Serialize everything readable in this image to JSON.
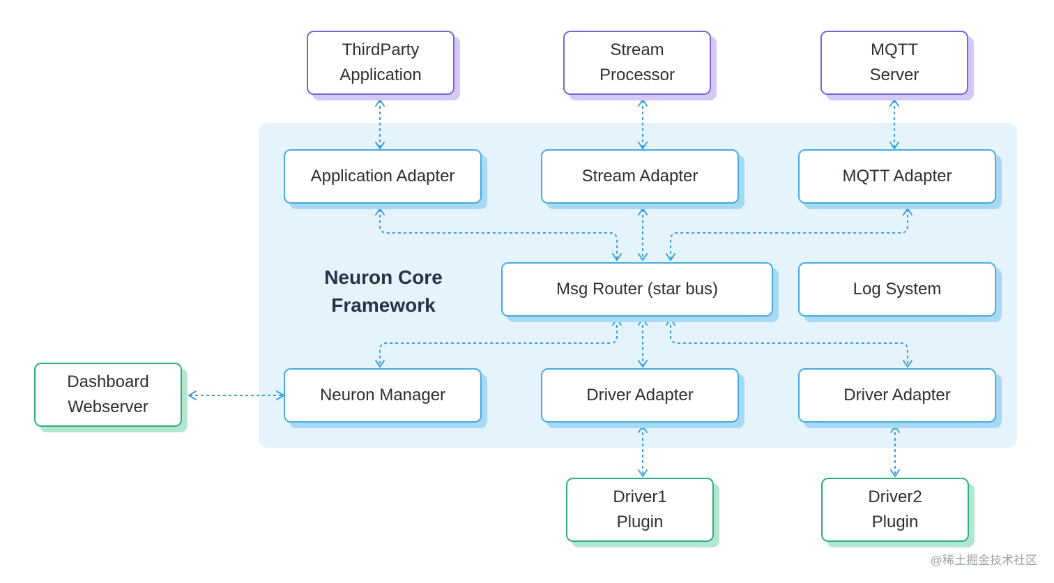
{
  "framework": {
    "title_line1": "Neuron Core",
    "title_line2": "Framework"
  },
  "external": {
    "thirdparty": [
      "ThirdParty",
      "Application"
    ],
    "stream_processor": [
      "Stream",
      "Processor"
    ],
    "mqtt_server": [
      "MQTT",
      "Server"
    ],
    "dashboard": [
      "Dashboard",
      "Webserver"
    ],
    "driver1_plugin": [
      "Driver1",
      "Plugin"
    ],
    "driver2_plugin": [
      "Driver2",
      "Plugin"
    ]
  },
  "core": {
    "application_adapter": "Application Adapter",
    "stream_adapter": "Stream Adapter",
    "mqtt_adapter": "MQTT Adapter",
    "msg_router": "Msg Router (star bus)",
    "log_system": "Log System",
    "neuron_manager": "Neuron Manager",
    "driver_adapter_1": "Driver Adapter",
    "driver_adapter_2": "Driver Adapter"
  },
  "colors": {
    "purple_border": "#7a63d6",
    "blue_border": "#45abe0",
    "green_border": "#2fae7f",
    "core_background": "#e4f3fc",
    "connector": "#3a9fd6"
  },
  "watermark": "@稀土掘金技术社区"
}
